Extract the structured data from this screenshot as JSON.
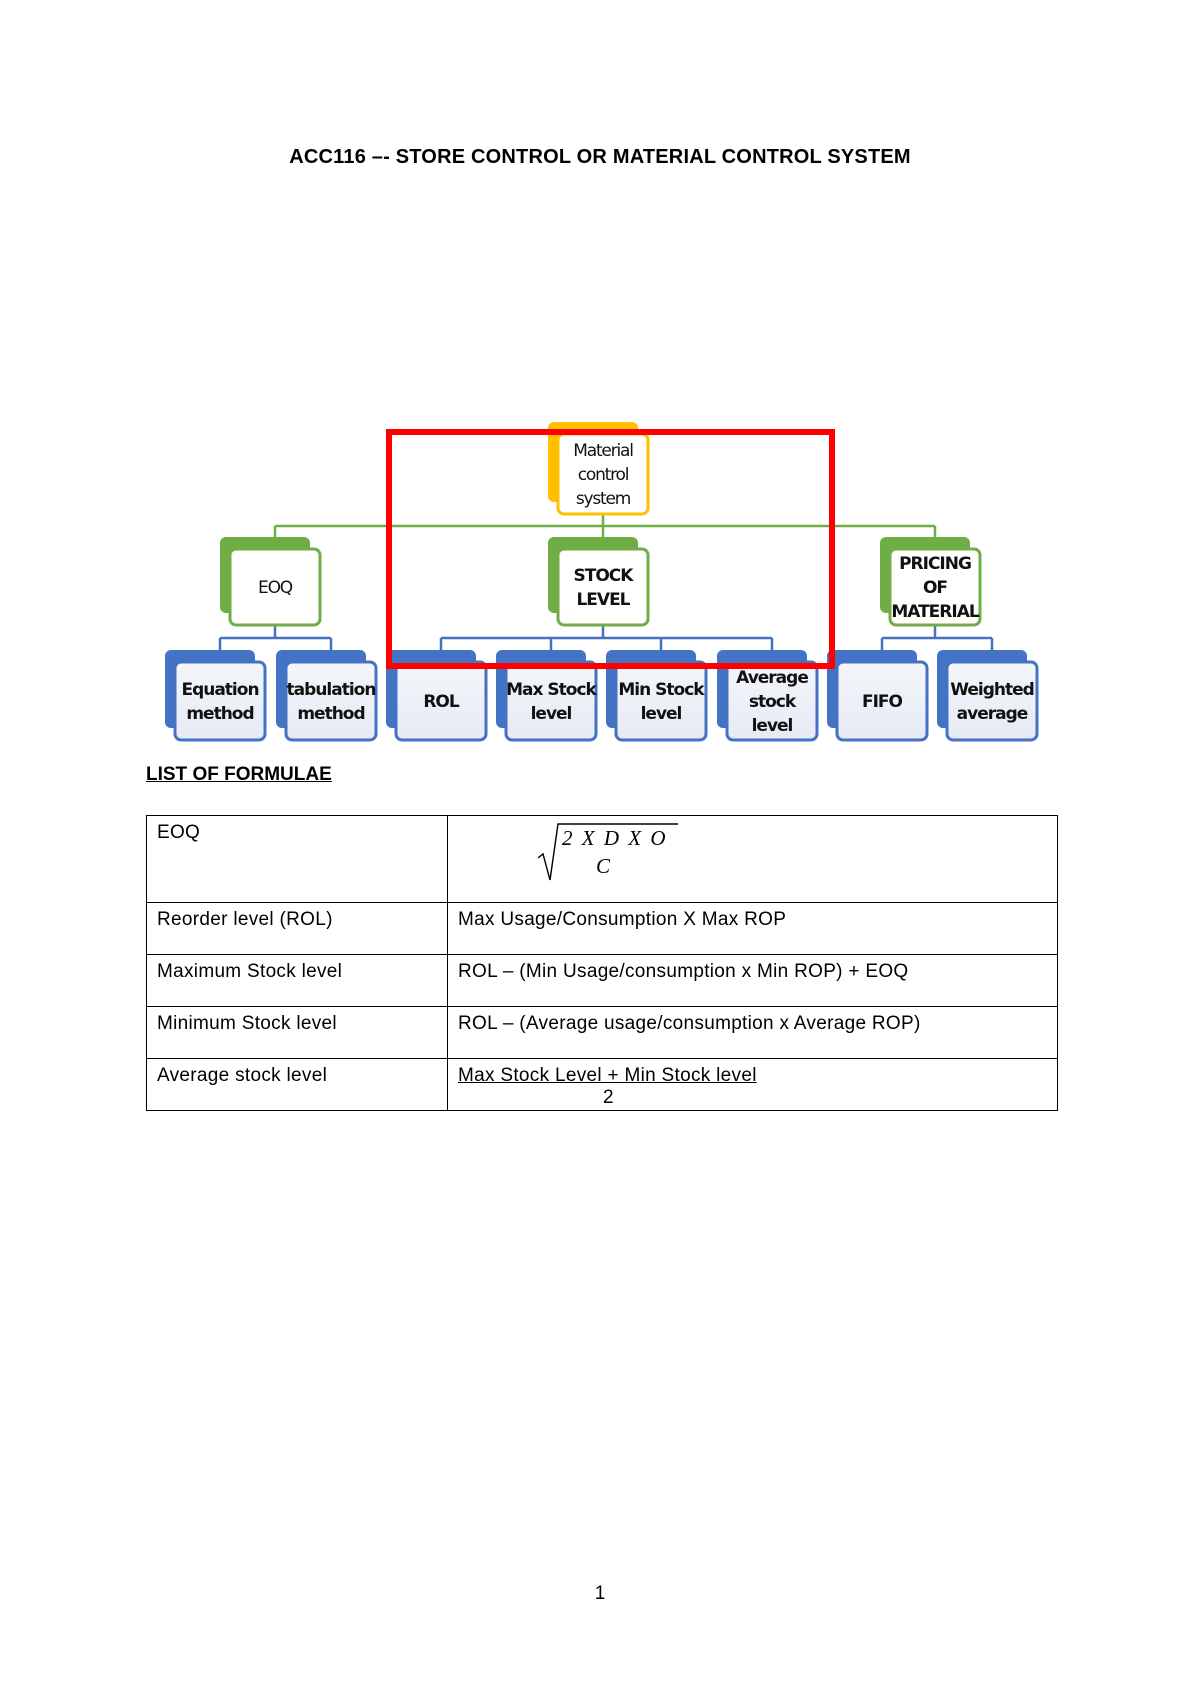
{
  "document": {
    "title": "ACC116 –- STORE CONTROL OR MATERIAL CONTROL SYSTEM",
    "page_number": "1"
  },
  "diagram": {
    "root": "Material control system",
    "branches": [
      {
        "label": "EOQ",
        "children": [
          "Equation method",
          "tabulation method"
        ]
      },
      {
        "label": "STOCK LEVEL",
        "children": [
          "ROL",
          "Max Stock level",
          "Min Stock level",
          "Average stock level"
        ]
      },
      {
        "label": "PRICING OF MATERIAL",
        "children": [
          "FIFO",
          "Weighted average"
        ]
      }
    ],
    "colors": {
      "root_border": "#FFC000",
      "branch_border": "#70AD47",
      "leaf_border": "#4472C4",
      "highlight": "#FF0000"
    }
  },
  "formulae": {
    "heading": "LIST OF FORMULAE",
    "eoq": {
      "label": "EOQ",
      "numerator": "2 X D X O",
      "denominator": "C"
    },
    "rows": [
      {
        "label": "Reorder level (ROL)",
        "formula": "Max Usage/Consumption X Max ROP"
      },
      {
        "label": "Maximum Stock level",
        "formula": "ROL – (Min Usage/consumption x Min ROP) + EOQ"
      },
      {
        "label": "Minimum Stock level",
        "formula": "ROL – (Average usage/consumption x Average ROP)"
      }
    ],
    "average": {
      "label": "Average stock level",
      "numerator": "Max Stock Level + Min Stock level",
      "denominator": "2"
    }
  }
}
